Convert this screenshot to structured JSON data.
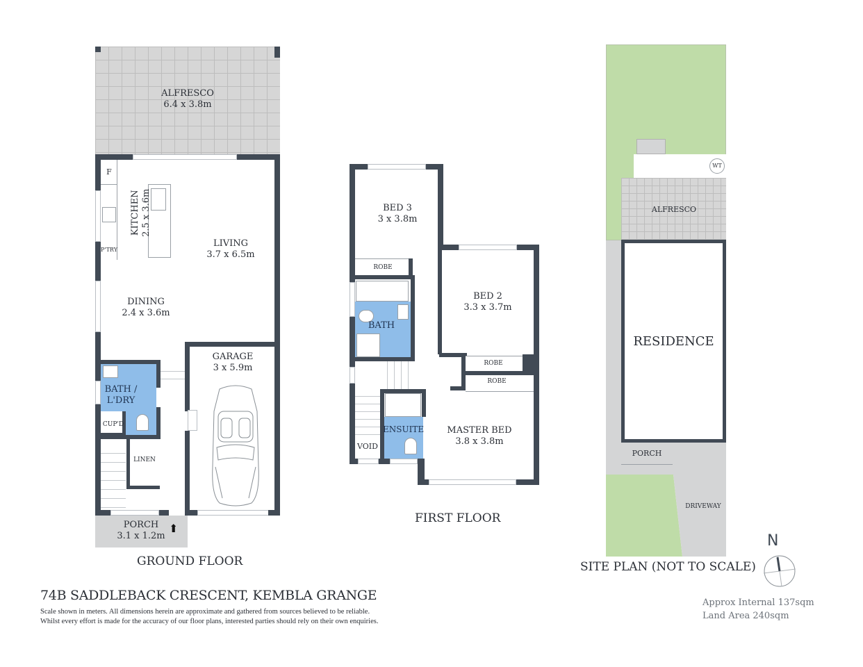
{
  "ground_floor": {
    "caption": "GROUND FLOOR",
    "rooms": {
      "alfresco": {
        "name": "ALFRESCO",
        "dims": "6.4 x 3.8m"
      },
      "kitchen": {
        "name": "KITCHEN",
        "dims": "2.5 x 3.6m"
      },
      "living": {
        "name": "LIVING",
        "dims": "3.7 x 6.5m"
      },
      "dining": {
        "name": "DINING",
        "dims": "2.4 x 3.6m"
      },
      "garage": {
        "name": "GARAGE",
        "dims": "3 x 5.9m"
      },
      "bath_laundry": {
        "name_line1": "BATH /",
        "name_line2": "L'DRY"
      },
      "cupboard": {
        "name": "CUP'D"
      },
      "linen": {
        "name": "LINEN"
      },
      "pantry": {
        "name": "P'TRY"
      },
      "fridge": {
        "name": "F"
      },
      "porch": {
        "name": "PORCH",
        "dims": "3.1 x 1.2m"
      }
    },
    "icons": {
      "entry": "entry-arrow-icon",
      "car": "car-icon"
    }
  },
  "first_floor": {
    "caption": "FIRST FLOOR",
    "rooms": {
      "bed3": {
        "name": "BED 3",
        "dims": "3 x 3.8m"
      },
      "bed3_robe": {
        "name": "ROBE"
      },
      "bath": {
        "name": "BATH"
      },
      "bed2": {
        "name": "BED 2",
        "dims": "3.3 x 3.7m"
      },
      "bed2_robe": {
        "name": "ROBE"
      },
      "master_robe": {
        "name": "ROBE"
      },
      "master": {
        "name": "MASTER BED",
        "dims": "3.8 x 3.8m"
      },
      "ensuite": {
        "name": "ENSUITE"
      },
      "void": {
        "name": "VOID"
      }
    }
  },
  "site_plan": {
    "caption": "SITE PLAN (NOT TO SCALE)",
    "labels": {
      "alfresco": "ALFRESCO",
      "residence": "RESIDENCE",
      "porch": "PORCH",
      "driveway": "DRIVEWAY",
      "water_tank": "WT"
    },
    "compass": {
      "label": "N"
    }
  },
  "property": {
    "address": "74B SADDLEBACK  CRESCENT, KEMBLA GRANGE",
    "disclaimer_line1": "Scale shown in meters. All dimensions herein are approximate and gathered from sources believed to be  reliable.",
    "disclaimer_line2": "Whilst every effort is made for the accuracy of our floor plans, interested parties should rely on their own enquiries.",
    "internal_area": "Approx Internal 137sqm",
    "land_area": "Land Area 240sqm"
  },
  "colors": {
    "wall": "#414a55",
    "wet_area": "#8fbde9",
    "lawn": "#bfdca8",
    "paving": "#d4d5d6"
  }
}
